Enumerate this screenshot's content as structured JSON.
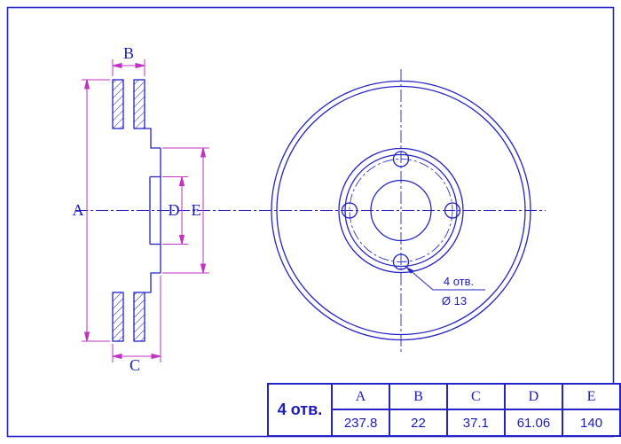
{
  "section_view": {
    "labels": {
      "A": "A",
      "B": "B",
      "C": "C",
      "D": "D",
      "E": "E"
    }
  },
  "front_view": {
    "annotation_line1": "4 отв.",
    "annotation_line2": "Ø 13"
  },
  "table": {
    "row_label": "4 отв.",
    "columns": [
      "A",
      "B",
      "C",
      "D",
      "E"
    ],
    "values": [
      "237.8",
      "22",
      "37.1",
      "61.06",
      "140"
    ]
  },
  "colors": {
    "line_blue": "#2323c8",
    "dimension_magenta": "#c233c2",
    "text_blue": "#1a1abe",
    "background": "#ffffff"
  }
}
